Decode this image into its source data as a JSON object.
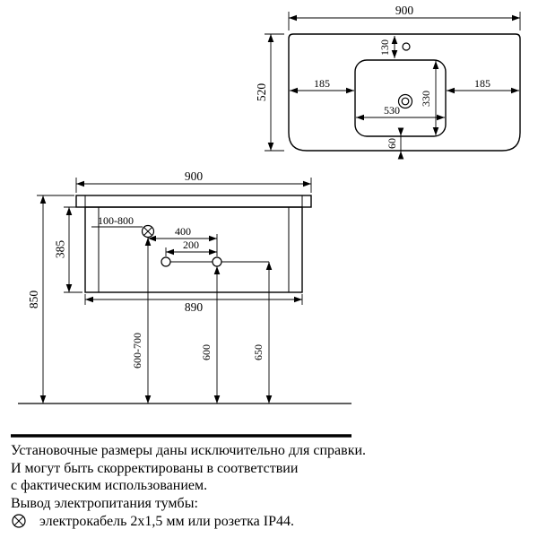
{
  "top_view": {
    "width": "900",
    "depth": "520",
    "hole_offset": "130",
    "left_margin": "185",
    "right_margin": "185",
    "basin_width": "530",
    "basin_depth": "330",
    "front_gap": "60"
  },
  "front_view": {
    "width": "900",
    "cabinet_height": "385",
    "total_height": "850",
    "inner_width": "890",
    "outlet_range": "100-800",
    "outlet_offset": "400",
    "holes_spacing": "200",
    "outlet_height": "600-700",
    "drain_height": "600",
    "side_height": "650"
  },
  "notes": {
    "line1": "Установочные размеры даны исключительно для справки.",
    "line2": "И могут быть скорректированы в соответствии",
    "line3": "с фактическим использованием.",
    "line4": "Вывод электропитания тумбы:",
    "legend": "электрокабель 2x1,5 мм или розетка IP44."
  }
}
